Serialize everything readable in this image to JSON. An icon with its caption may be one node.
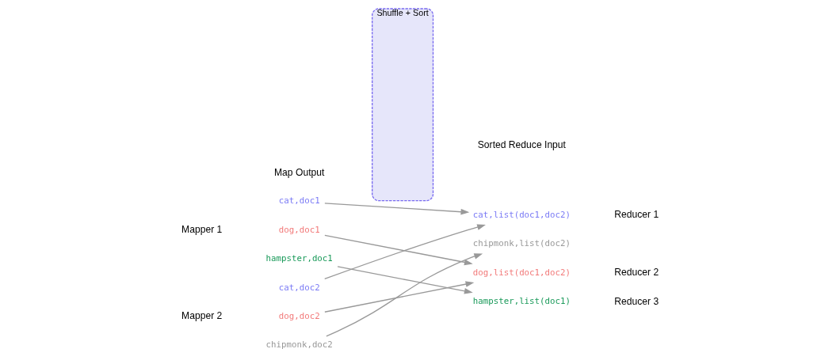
{
  "diagram": {
    "nodes": [
      {
        "text": [
          "Shuffle + Sort"
        ]
      },
      {
        "text": [
          "cat,doc1"
        ]
      },
      {
        "text": [
          "dog,doc1"
        ]
      },
      {
        "text": [
          "hampster,doc1"
        ]
      },
      {
        "text": [
          "cat,doc2"
        ]
      },
      {
        "text": [
          "dog,doc2"
        ]
      },
      {
        "text": [
          "chipmonk,doc2"
        ]
      },
      {
        "text": [
          "cat,list(doc1,doc2)"
        ]
      },
      {
        "text": [
          "chipmonk,list(doc2)"
        ]
      },
      {
        "text": [
          "dog,list(doc1,doc2)"
        ]
      },
      {
        "text": [
          "hampster,list(doc1)"
        ]
      }
    ],
    "edges": [
      {
        "from": 1,
        "to": 7,
        "arrow": "to"
      },
      {
        "from": 2,
        "to": 9,
        "arrow": "to"
      },
      {
        "from": 3,
        "to": 10,
        "arrow": "to"
      },
      {
        "from": 4,
        "to": 7,
        "arrow": "to"
      },
      {
        "from": 5,
        "to": 9,
        "arrow": "to"
      },
      {
        "from": 6,
        "to": 8,
        "arrow": "to"
      }
    ],
    "labels": [
      "Map Output",
      "Sorted Reduce Input",
      "Mapper 1",
      "Mapper 2",
      "Reducer 1",
      "Reducer 2",
      "Reducer 3"
    ]
  }
}
